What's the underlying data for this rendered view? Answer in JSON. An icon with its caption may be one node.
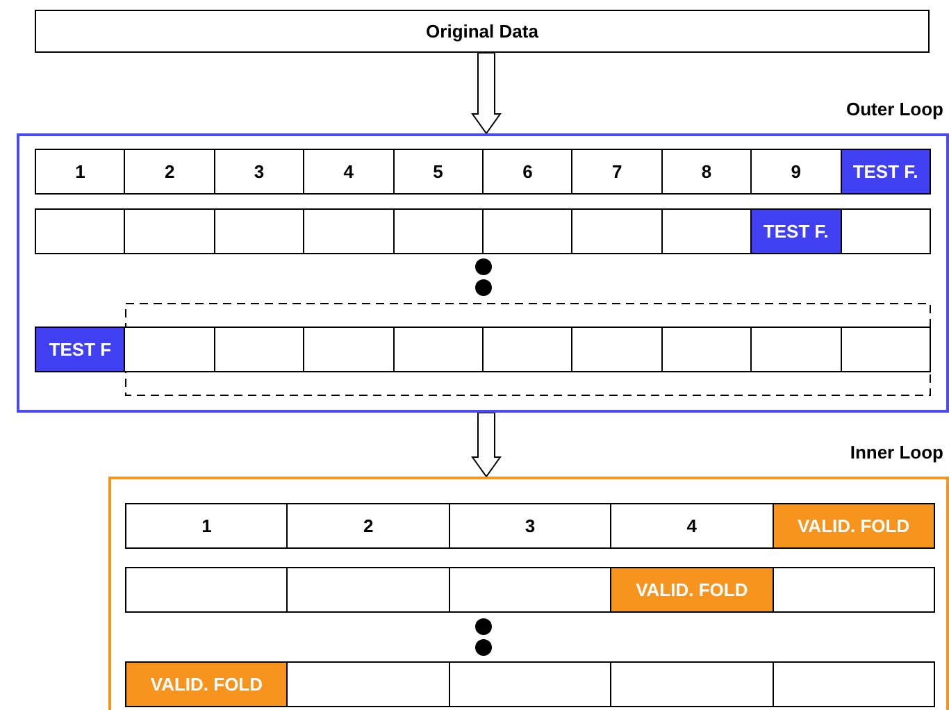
{
  "diagram": {
    "nodes": [
      {
        "text": [
          "Original Data"
        ]
      },
      {
        "text": [
          "Outer Loop"
        ]
      },
      {
        "text": [
          "1"
        ],
        "in": 1
      },
      {
        "text": [
          "2"
        ],
        "in": 1
      },
      {
        "text": [
          "3"
        ],
        "in": 1
      },
      {
        "text": [
          "4"
        ],
        "in": 1
      },
      {
        "text": [
          "5"
        ],
        "in": 1
      },
      {
        "text": [
          "6"
        ],
        "in": 1
      },
      {
        "text": [
          "7"
        ],
        "in": 1
      },
      {
        "text": [
          "8"
        ],
        "in": 1
      },
      {
        "text": [
          "9"
        ],
        "in": 1
      },
      {
        "text": [
          "TEST F."
        ],
        "in": 1
      },
      {
        "text": [],
        "shape": "box",
        "in": 1
      },
      {
        "text": [],
        "shape": "box",
        "in": 1
      },
      {
        "text": [],
        "shape": "box",
        "in": 1
      },
      {
        "text": [],
        "shape": "box",
        "in": 1
      },
      {
        "text": [],
        "shape": "box",
        "in": 1
      },
      {
        "text": [],
        "shape": "box",
        "in": 1
      },
      {
        "text": [],
        "shape": "box",
        "in": 1
      },
      {
        "text": [],
        "shape": "box",
        "in": 1
      },
      {
        "text": [
          "TEST F."
        ],
        "in": 1
      },
      {
        "text": [],
        "shape": "box",
        "in": 1
      },
      {
        "text": [
          "TEST F"
        ],
        "in": 1
      },
      {
        "text": [],
        "shape": "box",
        "in": 1
      },
      {
        "text": [],
        "shape": "box",
        "in": 1
      },
      {
        "text": [],
        "shape": "box",
        "in": 1
      },
      {
        "text": [],
        "shape": "box",
        "in": 1
      },
      {
        "text": [],
        "shape": "box",
        "in": 1
      },
      {
        "text": [],
        "shape": "box",
        "in": 1
      },
      {
        "text": [],
        "shape": "box",
        "in": 1
      },
      {
        "text": [],
        "shape": "box",
        "in": 1
      },
      {
        "text": [],
        "shape": "box",
        "in": 1
      },
      {
        "text": [
          "Inner Loop"
        ]
      },
      {
        "text": [
          "1"
        ],
        "in": 32
      },
      {
        "text": [
          "2"
        ],
        "in": 32
      },
      {
        "text": [
          "3"
        ],
        "in": 32
      },
      {
        "text": [
          "4"
        ],
        "in": 32
      },
      {
        "text": [
          "VALID. FOLD"
        ],
        "in": 32
      },
      {
        "text": [],
        "shape": "box",
        "in": 32
      },
      {
        "text": [],
        "shape": "box",
        "in": 32
      },
      {
        "text": [],
        "shape": "box",
        "in": 32
      },
      {
        "text": [
          "VALID. FOLD"
        ],
        "in": 32
      },
      {
        "text": [],
        "shape": "box",
        "in": 32
      },
      {
        "text": [
          "VALID. FOLD"
        ],
        "in": 32
      },
      {
        "text": [],
        "shape": "box",
        "in": 32
      },
      {
        "text": [],
        "shape": "box",
        "in": 32
      },
      {
        "text": [],
        "shape": "box",
        "in": 32
      },
      {
        "text": [],
        "shape": "box",
        "in": 32
      }
    ],
    "edges": [
      {
        "from": 0,
        "to": 1,
        "arrow": "to"
      },
      {
        "from": 1,
        "to": 32,
        "arrow": "to"
      }
    ]
  }
}
